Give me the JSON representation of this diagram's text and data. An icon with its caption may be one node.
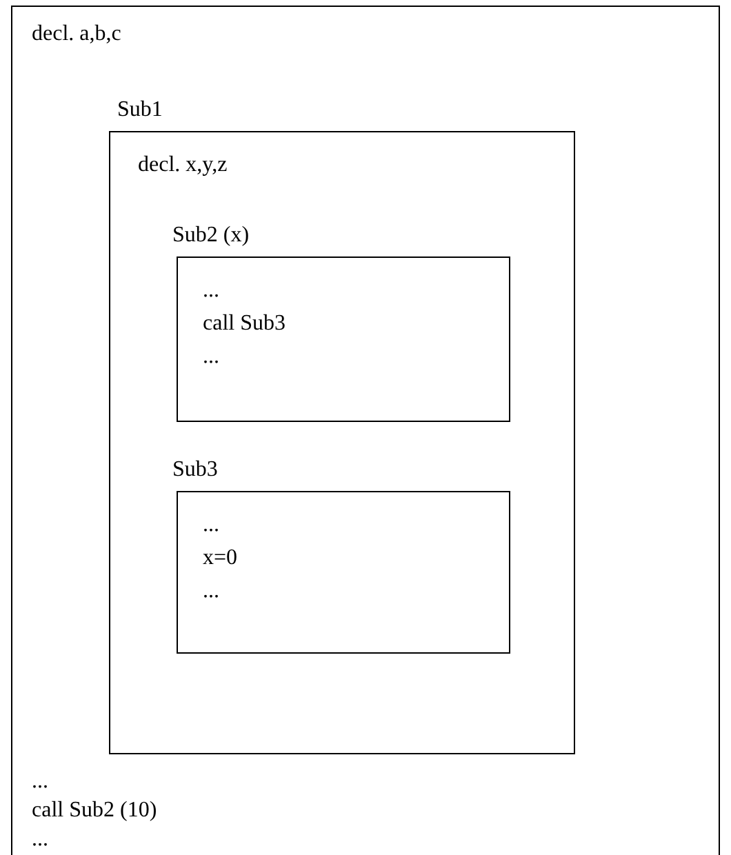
{
  "diagram": {
    "nodes": [
      {
        "text": [
          "decl. a,b,c",
          "...",
          "call Sub2 (10)",
          "..."
        ]
      },
      {
        "text": [
          "Sub1",
          "decl. x,y,z"
        ],
        "in": 0
      },
      {
        "text": [
          "Sub2 (x)",
          "...",
          "call Sub3",
          "..."
        ],
        "in": 1
      },
      {
        "text": [
          "Sub3",
          "...",
          "x=0",
          "..."
        ],
        "in": 1
      }
    ]
  }
}
